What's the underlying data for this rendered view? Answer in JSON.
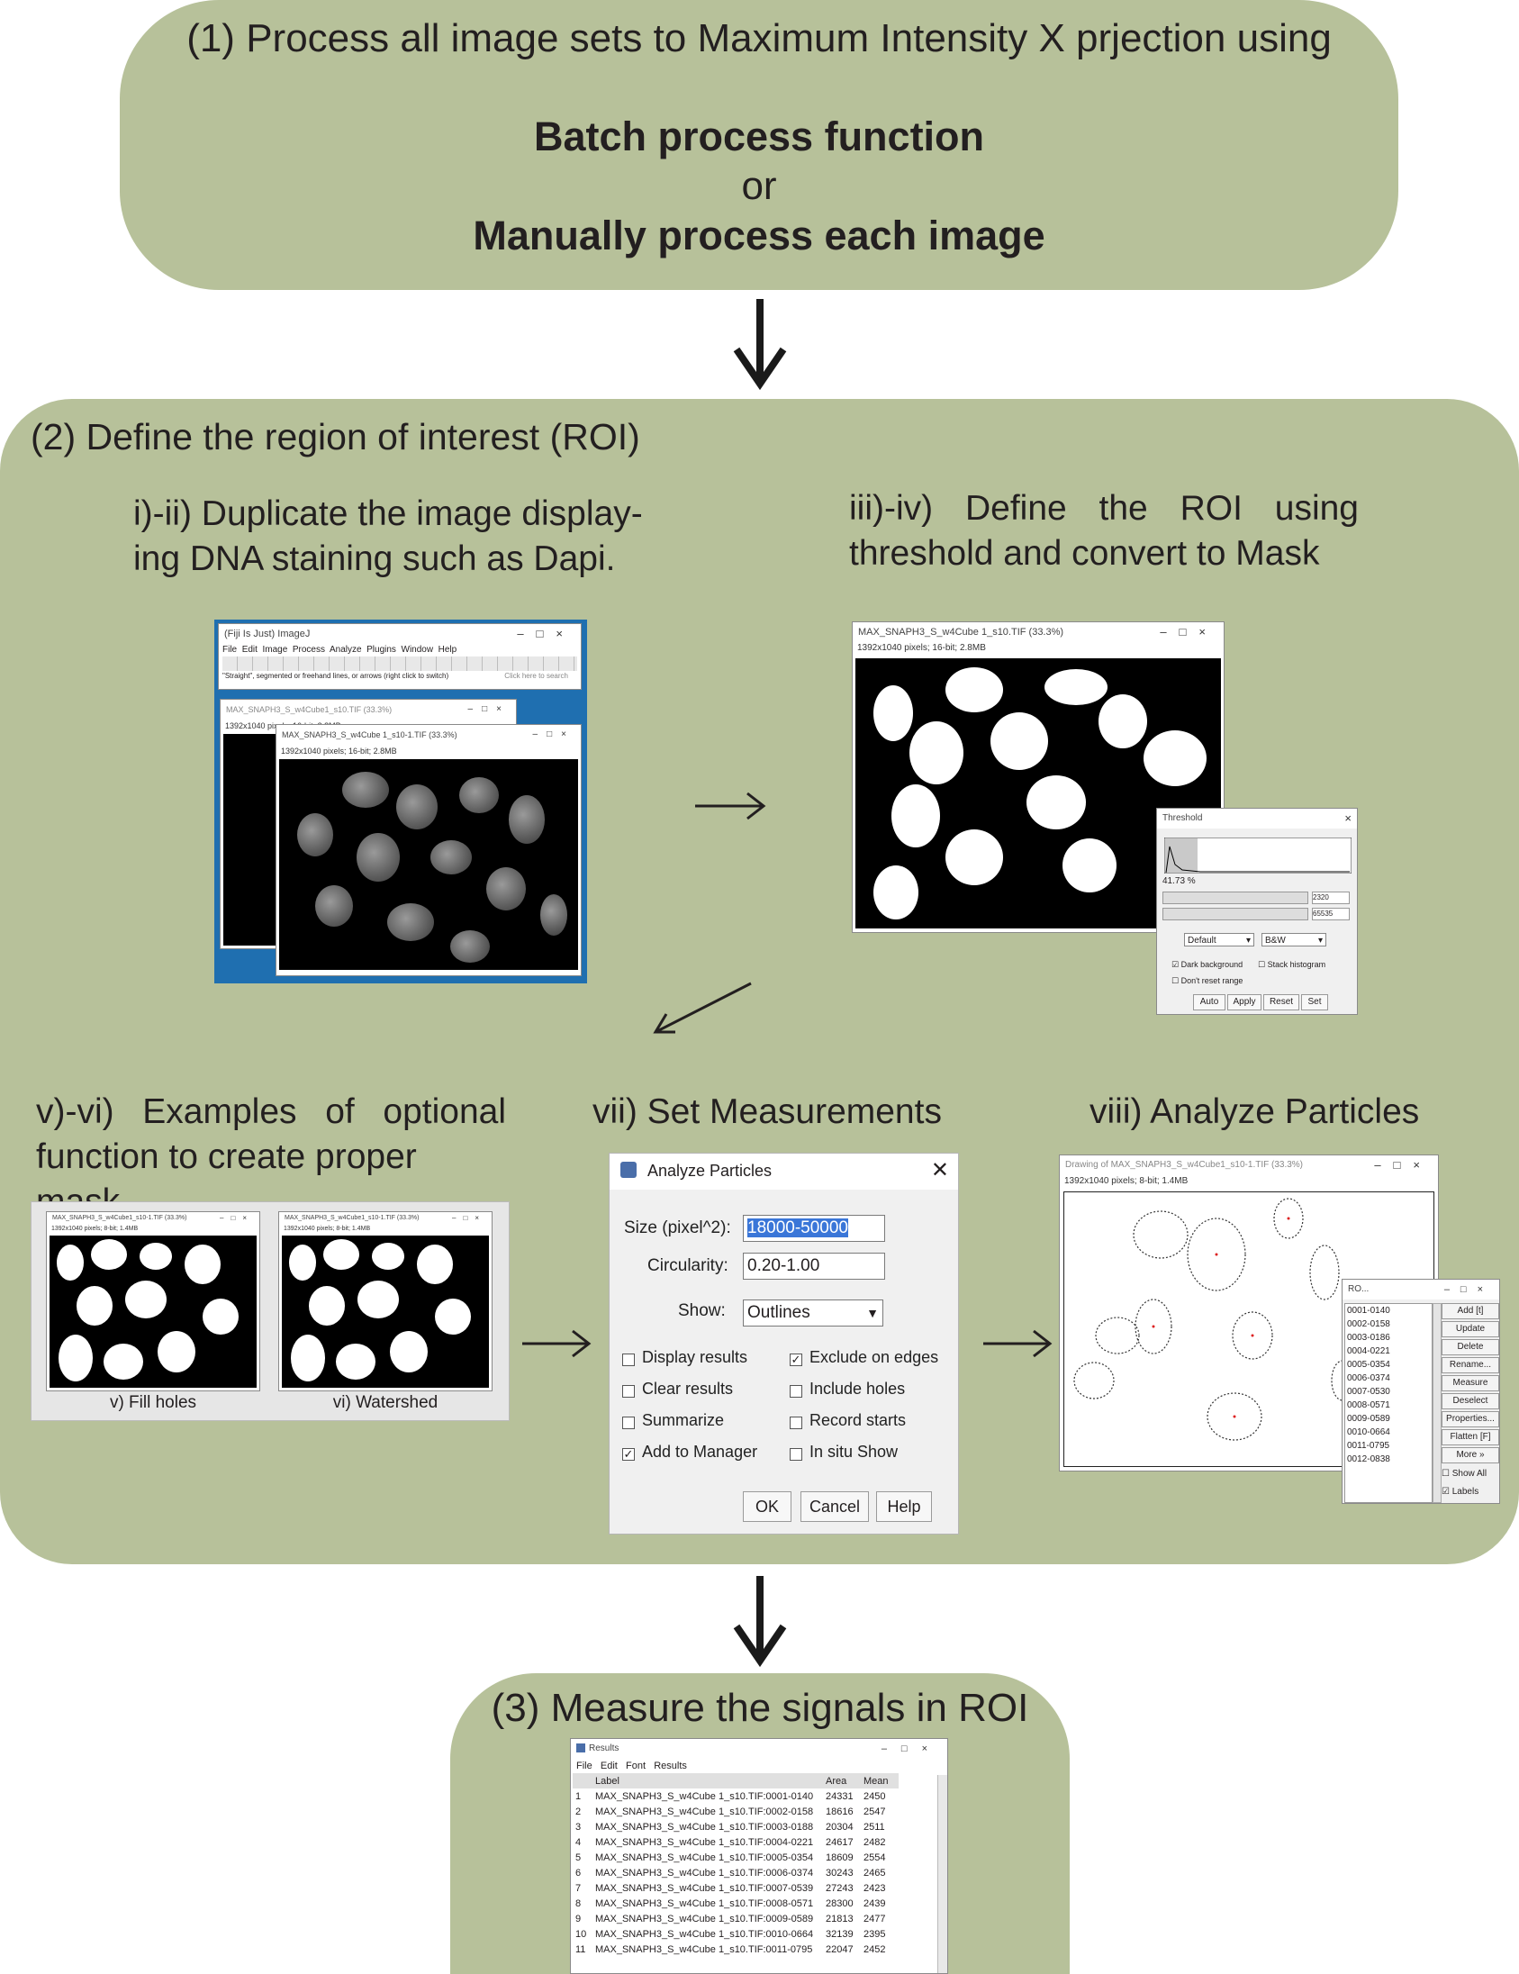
{
  "step1": {
    "title": "(1) Process all image sets to Maximum Intensity X prjection using",
    "option1": "Batch process function",
    "or": "or",
    "option2": "Manually process each image"
  },
  "step2": {
    "title": "(2) Define the region of interest (ROI)",
    "sub1_line1": "i)-ii) Duplicate the image display-",
    "sub1_line2": "ing DNA staining such as Dapi.",
    "sub2_line1": "iii)-iv) Define the ROI using",
    "sub2_line2": "threshold and convert to Mask",
    "sub3_line1": "v)-vi) Examples of optional",
    "sub3_line2": "function to create proper mask",
    "sub4": "vii) Set Measurements",
    "sub5": "viii) Analyze Particles"
  },
  "imagej": {
    "main_title": "(Fiji Is Just) ImageJ",
    "menu": [
      "File",
      "Edit",
      "Image",
      "Process",
      "Analyze",
      "Plugins",
      "Window",
      "Help"
    ],
    "status": "\"Straight\", segmented or freehand lines, or arrows (right click to switch)",
    "search": "Click here to search",
    "back_title": "MAX_SNAPH3_S_w4Cube1_s10.TIF (33.3%)",
    "back_info": "1392x1040 pixels; 16-bit; 2.8MB",
    "front_title": "MAX_SNAPH3_S_w4Cube 1_s10-1.TIF (33.3%)",
    "front_info": "1392x1040 pixels; 16-bit; 2.8MB"
  },
  "mask_window": {
    "title": "MAX_SNAPH3_S_w4Cube 1_s10.TIF (33.3%)",
    "info": "1392x1040 pixels; 16-bit; 2.8MB"
  },
  "threshold": {
    "title": "Threshold",
    "percent": "41.73 %",
    "min_val": "2320",
    "max_val": "65535",
    "method": "Default",
    "mode": "B&W",
    "dark_bg": "Dark background",
    "stack_hist": "Stack histogram",
    "dont_reset": "Don't reset range",
    "buttons": [
      "Auto",
      "Apply",
      "Reset",
      "Set"
    ]
  },
  "examples": {
    "left_title": "MAX_SNAPH3_S_w4Cube1_s10-1.TIF (33.3%)",
    "left_info": "1392x1040 pixels; 8-bit; 1.4MB",
    "right_title": "MAX_SNAPH3_S_w4Cube1_s10-1.TIF (33.3%)",
    "right_info": "1392x1040 pixels; 8-bit; 1.4MB",
    "caption_left": "v) Fill holes",
    "caption_right": "vi) Watershed"
  },
  "analyze": {
    "title": "Analyze Particles",
    "size_label": "Size (pixel^2):",
    "size_value": "18000-50000",
    "circ_label": "Circularity:",
    "circ_value": "0.20-1.00",
    "show_label": "Show:",
    "show_value": "Outlines",
    "checks": [
      {
        "label": "Display results",
        "checked": false
      },
      {
        "label": "Exclude on edges",
        "checked": true
      },
      {
        "label": "Clear results",
        "checked": false
      },
      {
        "label": "Include holes",
        "checked": false
      },
      {
        "label": "Summarize",
        "checked": false
      },
      {
        "label": "Record starts",
        "checked": false
      },
      {
        "label": "Add to Manager",
        "checked": true
      },
      {
        "label": "In situ Show",
        "checked": false
      }
    ],
    "ok": "OK",
    "cancel": "Cancel",
    "help": "Help"
  },
  "drawing": {
    "title": "Drawing of MAX_SNAPH3_S_w4Cube1_s10-1.TIF (33.3%)",
    "info": "1392x1040 pixels; 8-bit; 1.4MB"
  },
  "roi_manager": {
    "title": "RO...",
    "items": [
      "0001-0140",
      "0002-0158",
      "0003-0186",
      "0004-0221",
      "0005-0354",
      "0006-0374",
      "0007-0530",
      "0008-0571",
      "0009-0589",
      "0010-0664",
      "0011-0795",
      "0012-0838"
    ],
    "buttons": [
      "Add [t]",
      "Update",
      "Delete",
      "Rename...",
      "Measure",
      "Deselect",
      "Properties...",
      "Flatten [F]",
      "More »"
    ],
    "show_all": "Show All",
    "labels": "Labels"
  },
  "step3": {
    "title": "(3) Measure the signals in ROI"
  },
  "results": {
    "title": "Results",
    "menu": [
      "File",
      "Edit",
      "Font",
      "Results"
    ],
    "headers": [
      "",
      "Label",
      "Area",
      "Mean"
    ],
    "rows": [
      [
        "1",
        "MAX_SNAPH3_S_w4Cube 1_s10.TIF:0001-0140",
        "24331",
        "2450"
      ],
      [
        "2",
        "MAX_SNAPH3_S_w4Cube 1_s10.TIF:0002-0158",
        "18616",
        "2547"
      ],
      [
        "3",
        "MAX_SNAPH3_S_w4Cube 1_s10.TIF:0003-0188",
        "20304",
        "2511"
      ],
      [
        "4",
        "MAX_SNAPH3_S_w4Cube 1_s10.TIF:0004-0221",
        "24617",
        "2482"
      ],
      [
        "5",
        "MAX_SNAPH3_S_w4Cube 1_s10.TIF:0005-0354",
        "18609",
        "2554"
      ],
      [
        "6",
        "MAX_SNAPH3_S_w4Cube 1_s10.TIF:0006-0374",
        "30243",
        "2465"
      ],
      [
        "7",
        "MAX_SNAPH3_S_w4Cube 1_s10.TIF:0007-0539",
        "27243",
        "2423"
      ],
      [
        "8",
        "MAX_SNAPH3_S_w4Cube 1_s10.TIF:0008-0571",
        "28300",
        "2439"
      ],
      [
        "9",
        "MAX_SNAPH3_S_w4Cube 1_s10.TIF:0009-0589",
        "21813",
        "2477"
      ],
      [
        "10",
        "MAX_SNAPH3_S_w4Cube 1_s10.TIF:0010-0664",
        "32139",
        "2395"
      ],
      [
        "11",
        "MAX_SNAPH3_S_w4Cube 1_s10.TIF:0011-0795",
        "22047",
        "2452"
      ]
    ]
  },
  "colors": {
    "panel_green": "#b7c19a",
    "text": "#231f20",
    "arrow": "#1a1a1a"
  }
}
